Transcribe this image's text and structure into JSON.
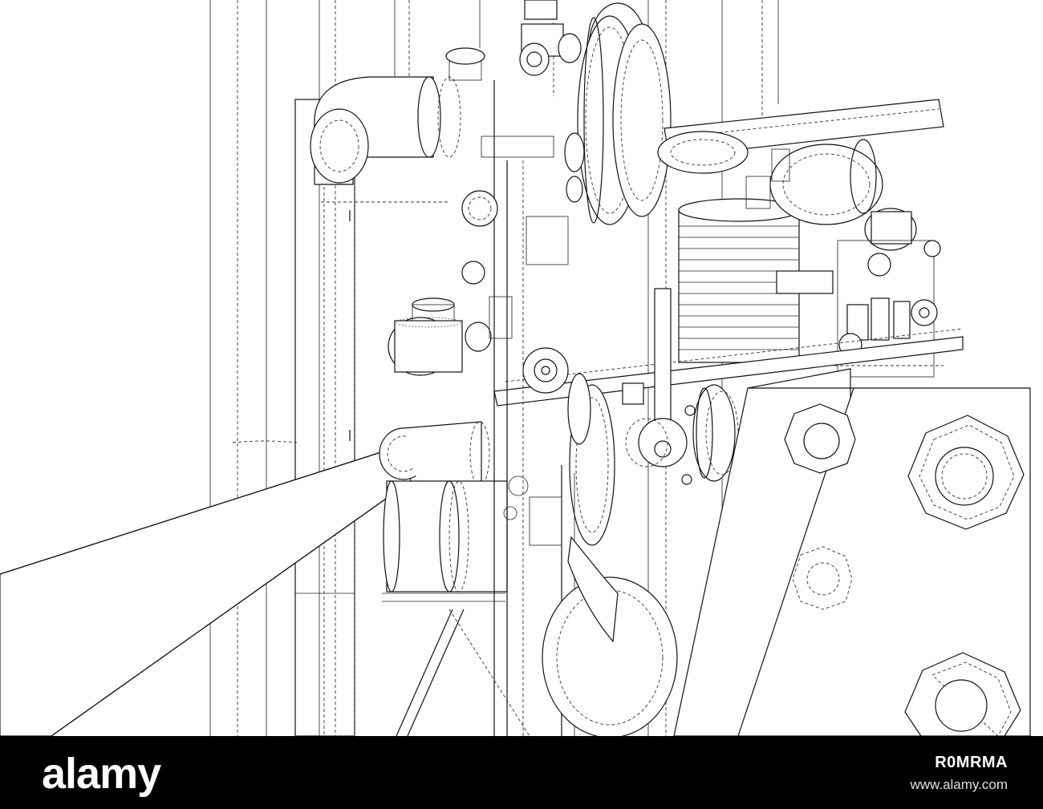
{
  "watermark": {
    "brand": "alamy",
    "image_id": "R0MRMA",
    "site_url": "www.alamy.com",
    "background_color": "#000000",
    "text_color": "#ffffff"
  },
  "drawing": {
    "style": "wireframe",
    "line_color": "#111111",
    "background_color": "#ffffff"
  }
}
